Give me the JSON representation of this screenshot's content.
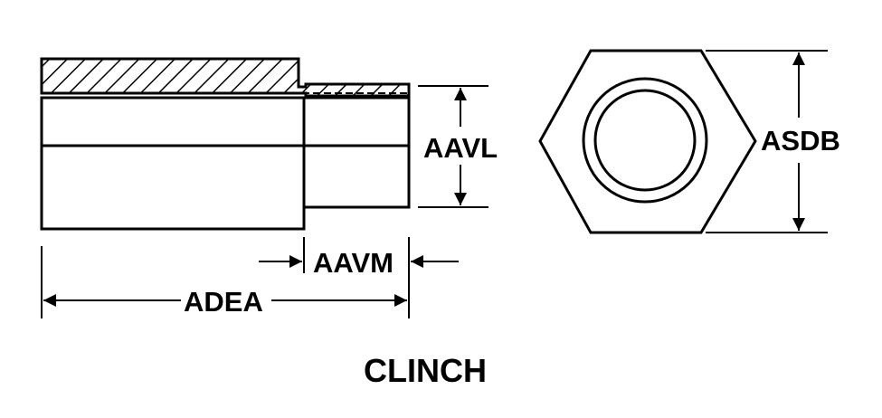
{
  "labels": {
    "aavl": "AAVL",
    "aavm": "AAVM",
    "adea": "ADEA",
    "asdb": "ASDB",
    "title": "CLINCH"
  },
  "colors": {
    "line": "#000000",
    "background": "#ffffff"
  }
}
